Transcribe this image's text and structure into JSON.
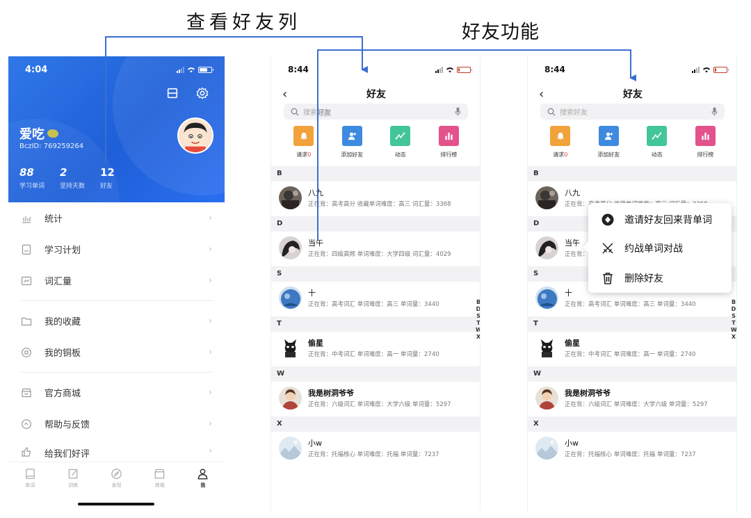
{
  "annotations": {
    "view_friends": "查看好友列",
    "friend_functions": "好友功能"
  },
  "colors": {
    "accent_blue": "#2168e0",
    "arrow_blue": "#3a6fd0",
    "req_orange": "#f2a23a",
    "add_blue": "#3d8ae0",
    "moments_green": "#43c59a",
    "rank_pink": "#e3528c"
  },
  "profile": {
    "time": "4:04",
    "name": "爱吃",
    "bcz_id": "BczID: 769259264",
    "stats": [
      {
        "value": "88",
        "label": "学习单词"
      },
      {
        "value": "2",
        "label": "坚持天数"
      },
      {
        "value": "12",
        "label": "好友"
      }
    ],
    "menu": [
      {
        "label": "统计",
        "icon": "bar-chart-icon"
      },
      {
        "label": "学习计划",
        "icon": "plan-icon"
      },
      {
        "label": "词汇量",
        "icon": "vocab-icon"
      },
      {
        "label": "我的收藏",
        "icon": "folder-icon"
      },
      {
        "label": "我的铜板",
        "icon": "coin-icon"
      },
      {
        "label": "官方商城",
        "icon": "store-icon"
      },
      {
        "label": "帮助与反馈",
        "icon": "feedback-icon"
      },
      {
        "label": "给我们好评",
        "icon": "thumbs-up-icon"
      }
    ],
    "tabs": [
      {
        "label": "单词",
        "icon": "book-icon"
      },
      {
        "label": "训练",
        "icon": "edit-icon"
      },
      {
        "label": "发现",
        "icon": "compass-icon"
      },
      {
        "label": "商城",
        "icon": "shop-icon"
      },
      {
        "label": "我",
        "icon": "user-icon"
      }
    ]
  },
  "friends_screen": {
    "time": "8:44",
    "title": "好友",
    "back_glyph": "‹",
    "search_placeholder_pre": "搜索",
    "search_placeholder_hl": "好友",
    "search_placeholder": "搜索好友",
    "actions": [
      {
        "label": "请求",
        "badge": "0",
        "icon": "bell-icon"
      },
      {
        "label": "添加好友",
        "icon": "add-friend-icon"
      },
      {
        "label": "动态",
        "icon": "trend-icon"
      },
      {
        "label": "排行榜",
        "icon": "ranking-icon"
      }
    ],
    "sections": [
      {
        "letter": "B",
        "friends": [
          {
            "name": "八九",
            "info": "正在背：高考高分  收藏单词难度：高三  词汇量：3368"
          }
        ]
      },
      {
        "letter": "D",
        "friends": [
          {
            "name": "当午",
            "info": "正在背：四级高频  单词难度：大学四级  词汇量：4029"
          }
        ]
      },
      {
        "letter": "S",
        "friends": [
          {
            "name": "十",
            "info": "正在背：高考词汇  单词难度：高三  单词量：3440"
          }
        ]
      },
      {
        "letter": "T",
        "friends": [
          {
            "name": "偷星",
            "info": "正在背：中考词汇  单词难度：高一  单词量：2740"
          }
        ]
      },
      {
        "letter": "W",
        "friends": [
          {
            "name": "我是树洞爷爷",
            "info": "正在背：六级词汇  单词难度：大学六级  单词量：5297"
          }
        ]
      },
      {
        "letter": "X",
        "friends": [
          {
            "name": "小w",
            "info": "正在背：托福核心  单词难度：托福  单词量：7237"
          }
        ]
      }
    ],
    "index": [
      "B",
      "D",
      "S",
      "T",
      "W",
      "X"
    ]
  },
  "popup_menu": [
    {
      "label": "邀请好友回来背单词",
      "icon": "invite-icon"
    },
    {
      "label": "约战单词对战",
      "icon": "crossed-swords-icon"
    },
    {
      "label": "删除好友",
      "icon": "trash-icon"
    }
  ]
}
